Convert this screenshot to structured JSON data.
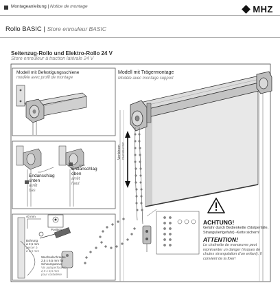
{
  "header": {
    "manual_de": "Montageanleitung",
    "separator": " | ",
    "manual_fr": "Notice de montage",
    "brand": "MHZ"
  },
  "product": {
    "name_de": "Rollo BASIC",
    "separator": " | ",
    "name_fr": "Store enrouleur BASIC"
  },
  "section": {
    "title_de": "Seitenzug-Rollo und Elektro-Rollo 24 V",
    "title_fr": "Store enrouleur à traction latérale 24 V"
  },
  "panels": {
    "rail_model": {
      "title_de": "Modell mit Befestigungsschiene",
      "title_fr": "modèle avec profil de montage"
    },
    "support_model": {
      "title_de": "Modell mit Trägermontage",
      "title_fr": "Modèle avec montage support"
    },
    "endstop_bottom": {
      "line1": "Endanschlag",
      "line2": "unten",
      "fr": "arrêt",
      "fr2": "bas"
    },
    "endstop_top": {
      "line1": "Endanschlag",
      "line2": "oben",
      "fr": "arrêt",
      "fr2": "haut"
    },
    "travel": {
      "de": "Verfahren",
      "fr": "manœuvrer"
    }
  },
  "detail": {
    "position": "Position",
    "dim_40": "40 mm",
    "drill_de": "Bohrung",
    "drill_size": "ø 2,5 mm",
    "drill_fr": "percer à",
    "drill_size_fr": "ø 2,5 mm",
    "screw_de": "Wechselschraube",
    "screw_size": "2,5 x 6,5 mm für",
    "screw_note": "Schnurspanner",
    "screw_fr": "Vis autoperforante",
    "screw_size_fr": "2,5 x 6,5 mm",
    "screw_note_fr": "pour cordelière"
  },
  "warning": {
    "title_de": "ACHTUNG!",
    "text_de": "Gefahr durch Bedienkette (Stolperfalle, Strangulierfgefahr) -Kette sichern!",
    "title_fr": "ATTENTION!",
    "text_fr": "Le chaînette de manœuvre peut représenter un danger (risques de chutes strangulation d'un enfant). Il convient de la fixer!"
  },
  "colors": {
    "line": "#333333",
    "rule": "#b0b0b0",
    "fabric": "#e8e8e8",
    "fabric_shade": "#cfcfcf",
    "bracket": "#bdbdbd",
    "frame_grey": "#9a9a9a"
  }
}
